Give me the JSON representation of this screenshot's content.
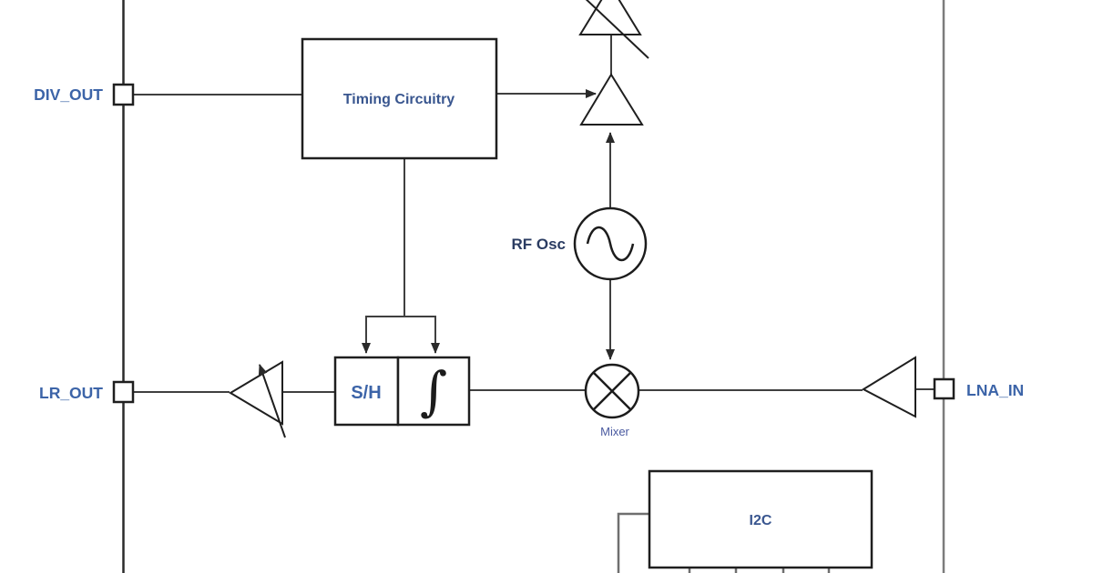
{
  "diagram": {
    "kind": "rf-receiver-block-diagram",
    "pins": [
      {
        "name": "div-out",
        "label": "DIV_OUT",
        "side": "left"
      },
      {
        "name": "lr-out",
        "label": "LR_OUT",
        "side": "left"
      },
      {
        "name": "lna-in",
        "label": "LNA_IN",
        "side": "right"
      }
    ],
    "blocks": [
      {
        "name": "timing-circuitry",
        "label": "Timing Circuitry"
      },
      {
        "name": "sample-hold",
        "label": "S/H"
      },
      {
        "name": "integrator",
        "label": "∫"
      },
      {
        "name": "i2c",
        "label": "I2C"
      }
    ],
    "components": [
      {
        "name": "rf-oscillator",
        "label": "RF Osc",
        "symbol": "sine-source-icon"
      },
      {
        "name": "mixer",
        "label": "Mixer",
        "symbol": "multiplier-circle-icon"
      },
      {
        "name": "lo-buffer-amplifier",
        "symbol": "triangle-amplifier-icon"
      },
      {
        "name": "variable-gain-amplifier-top",
        "symbol": "variable-amplifier-icon"
      },
      {
        "name": "lr-output-variable-amplifier",
        "symbol": "variable-amplifier-icon"
      },
      {
        "name": "lna-amplifier",
        "symbol": "triangle-amplifier-icon"
      }
    ],
    "colors": {
      "background": "#ffffff",
      "outline_dark": "#222222",
      "wire_dark": "#3f3f3f",
      "boundary_gray": "#7c7c7c",
      "label_blue": "#3c64a8"
    }
  }
}
